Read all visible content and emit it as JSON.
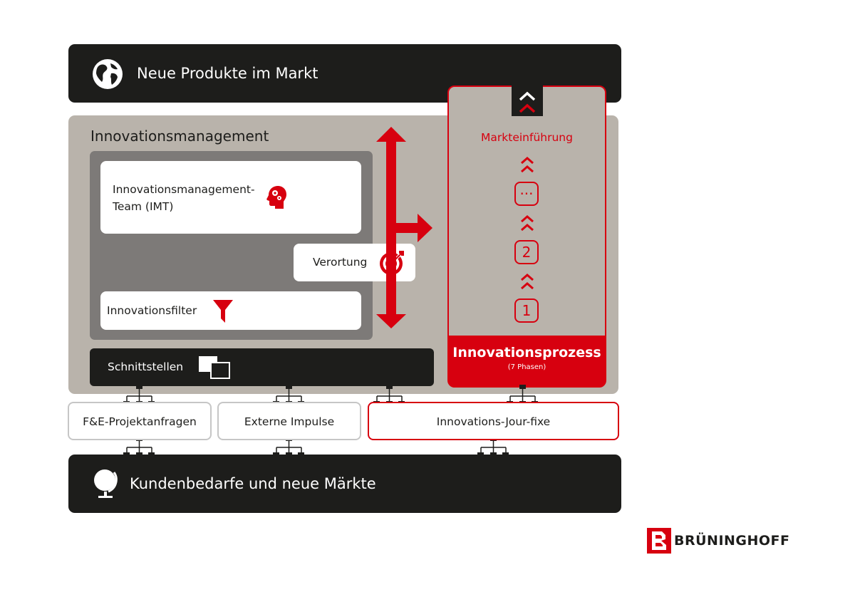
{
  "top_bar": {
    "title": "Neue Produkte im Markt",
    "icon": "globe-icon"
  },
  "bottom_bar": {
    "title": "Kundenbedarfe und neue Märkte",
    "icon": "globe-stand-icon"
  },
  "innovation_management": {
    "title": "Innovationsmanagement",
    "imt_line1": "Innovationsmanagement-",
    "imt_line2": "Team (IMT)",
    "filter": "Innovationsfilter",
    "verortung": "Verortung",
    "schnittstellen": "Schnittstellen"
  },
  "process": {
    "launch": "Markteinführung",
    "phases": [
      "···",
      "2",
      "1"
    ],
    "title": "Innovationsprozess",
    "subtitle": "(7 Phasen)"
  },
  "inputs": [
    "F&E-Projektanfragen",
    "Externe Impulse",
    "Innovations-Jour-fixe"
  ],
  "logo": {
    "text": "BRÜNINGHOFF"
  },
  "colors": {
    "accent": "#d7000f",
    "dark": "#1d1d1b",
    "grey_area": "#b9b3ab",
    "inner_grey": "#7d7a78"
  }
}
